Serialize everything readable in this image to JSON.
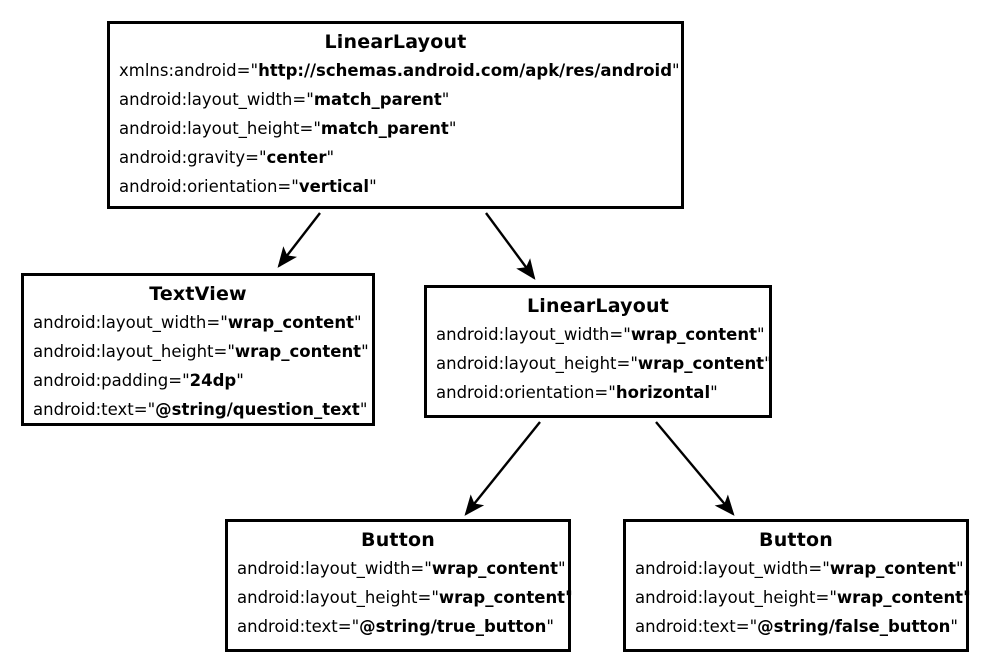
{
  "diagram": {
    "title": "Android XML layout hierarchy",
    "background_color": "#ffffff",
    "line_color": "#000000",
    "nodes": [
      {
        "id": "root-linearlayout",
        "title": "LinearLayout",
        "attributes": [
          {
            "name": "xmlns:android=",
            "value": "http://schemas.android.com/apk/res/android"
          },
          {
            "name": "android:layout_width=",
            "value": "match_parent"
          },
          {
            "name": "android:layout_height=",
            "value": "match_parent"
          },
          {
            "name": "android:gravity=",
            "value": "center"
          },
          {
            "name": "android:orientation=",
            "value": "vertical"
          }
        ]
      },
      {
        "id": "textview",
        "title": "TextView",
        "attributes": [
          {
            "name": "android:layout_width=",
            "value": "wrap_content"
          },
          {
            "name": "android:layout_height=",
            "value": "wrap_content"
          },
          {
            "name": "android:padding=",
            "value": "24dp"
          },
          {
            "name": "android:text=",
            "value": "@string/question_text"
          }
        ]
      },
      {
        "id": "row-linearlayout",
        "title": "LinearLayout",
        "attributes": [
          {
            "name": "android:layout_width=",
            "value": "wrap_content"
          },
          {
            "name": "android:layout_height=",
            "value": "wrap_content"
          },
          {
            "name": "android:orientation=",
            "value": "horizontal"
          }
        ]
      },
      {
        "id": "button-true",
        "title": "Button",
        "attributes": [
          {
            "name": "android:layout_width=",
            "value": "wrap_content"
          },
          {
            "name": "android:layout_height=",
            "value": "wrap_content"
          },
          {
            "name": "android:text=",
            "value": "@string/true_button"
          }
        ]
      },
      {
        "id": "button-false",
        "title": "Button",
        "attributes": [
          {
            "name": "android:layout_width=",
            "value": "wrap_content"
          },
          {
            "name": "android:layout_height=",
            "value": "wrap_content"
          },
          {
            "name": "android:text=",
            "value": "@string/false_button"
          }
        ]
      }
    ],
    "edges": [
      {
        "from": "root-linearlayout",
        "to": "textview"
      },
      {
        "from": "root-linearlayout",
        "to": "row-linearlayout"
      },
      {
        "from": "row-linearlayout",
        "to": "button-true"
      },
      {
        "from": "row-linearlayout",
        "to": "button-false"
      }
    ],
    "quote_char": "\""
  }
}
